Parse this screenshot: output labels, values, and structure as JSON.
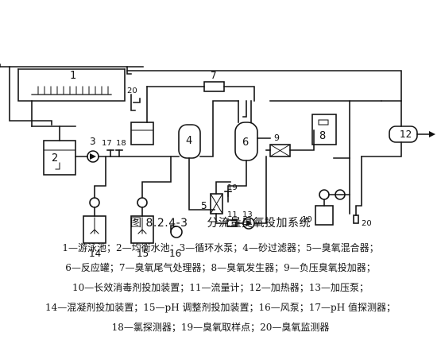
{
  "diagram": {
    "node_labels": {
      "n1": "1",
      "n2": "2",
      "n3": "3",
      "n4": "4",
      "n5": "5",
      "n6": "6",
      "n7": "7",
      "n8": "8",
      "n9": "9",
      "n10": "10",
      "n11": "11",
      "n12": "12",
      "n13": "13",
      "n14": "14",
      "n15": "15",
      "n16": "16",
      "n17": "17",
      "n18": "18",
      "n19": "19",
      "n20_top": "20",
      "n20_right": "20"
    }
  },
  "caption": {
    "figure_number": "图 8.2.4-3",
    "title": "分流量臭氧投加系统"
  },
  "legend": {
    "lines": [
      "1—游泳池；2—均衡水池；3—循环水泵；4—砂过滤器；5—臭氧混合器；",
      "6—反应罐；7—臭氧尾气处理器；8—臭氧发生器；9—负压臭氧投加器；",
      "10—长效消毒剂投加装置；11—流量计；12—加热器；13—加压泵；",
      "14—混凝剂投加装置；15—pH 调整剂投加装置；16—风泵；17—pH 值探测器；",
      "18—氯探测器；19—臭氧取样点；20—臭氧监测器"
    ]
  }
}
